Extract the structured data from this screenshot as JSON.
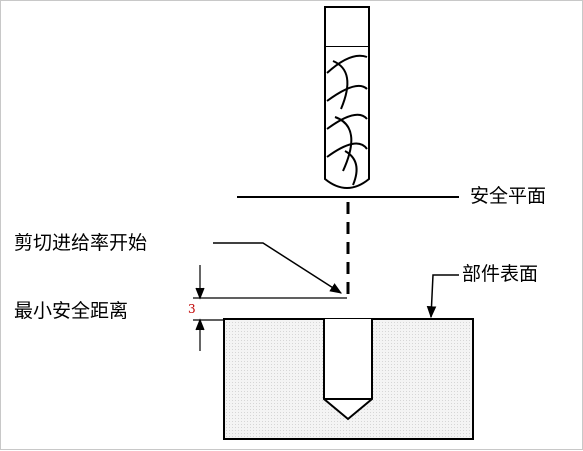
{
  "labels": {
    "safe_plane": "安全平面",
    "feed_start": "剪切进给率开始",
    "min_safe_distance": "最小安全距离",
    "part_surface": "部件表面"
  },
  "dimension_value": "3"
}
